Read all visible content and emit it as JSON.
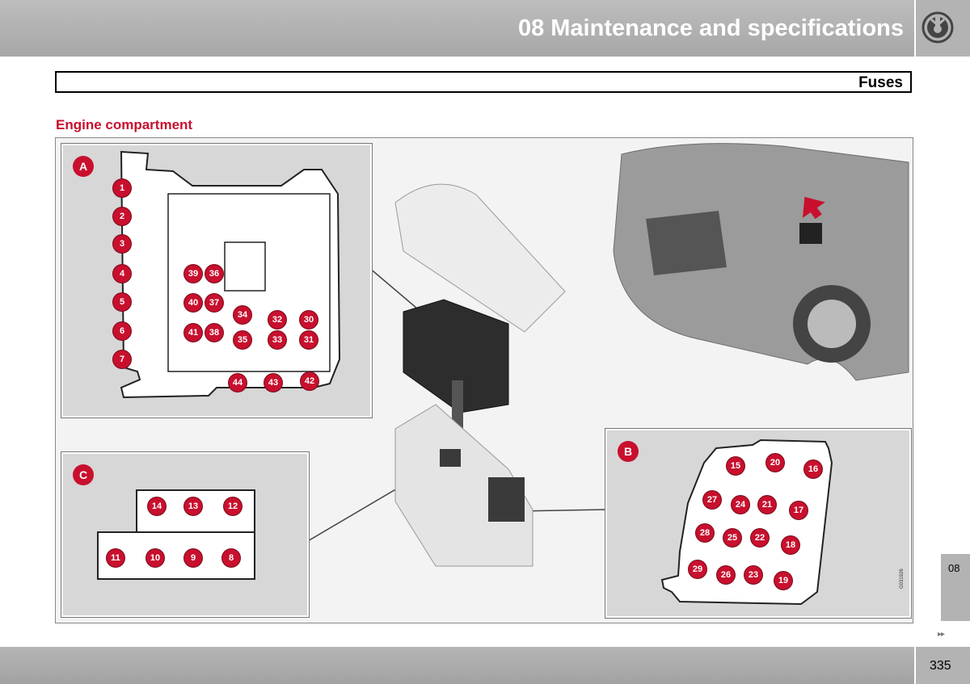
{
  "header": {
    "title": "08 Maintenance and specifications",
    "icon": "wrench-gear-icon"
  },
  "section": {
    "label": "Fuses"
  },
  "subheading": "Engine compartment",
  "figure": {
    "panel_a": {
      "label": "A",
      "fuses": [
        "1",
        "2",
        "3",
        "4",
        "5",
        "6",
        "7",
        "39",
        "36",
        "40",
        "37",
        "34",
        "32",
        "30",
        "41",
        "38",
        "35",
        "33",
        "31",
        "44",
        "43",
        "42"
      ]
    },
    "panel_b": {
      "label": "B",
      "fuses": [
        "15",
        "20",
        "16",
        "27",
        "24",
        "21",
        "17",
        "28",
        "25",
        "22",
        "18",
        "29",
        "26",
        "23",
        "19"
      ]
    },
    "panel_c": {
      "label": "C",
      "fuses": [
        "14",
        "13",
        "12",
        "11",
        "10",
        "9",
        "8"
      ]
    },
    "image_code": "G031926"
  },
  "chapter_tab": "08",
  "continue_marker": "▸▸",
  "page_number": "335",
  "colors": {
    "accent": "#c8102e",
    "header_bg": "#b3b3b3"
  }
}
